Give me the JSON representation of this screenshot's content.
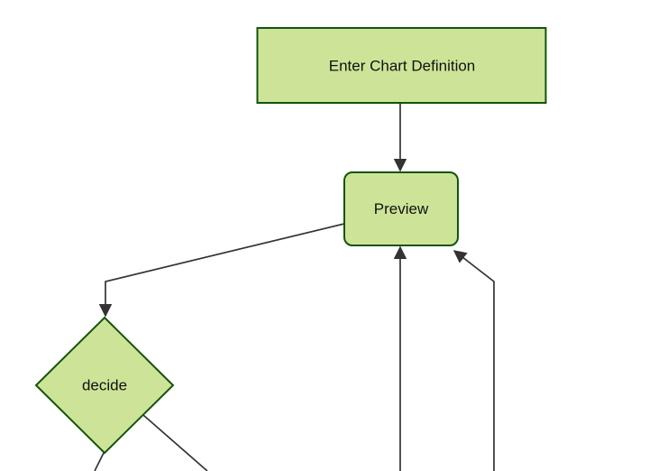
{
  "diagram": {
    "kind": "flowchart",
    "direction": "top-down",
    "background_color": "#ffffff",
    "node_fill_color": "#cde498",
    "node_border_color": "#13540c",
    "edge_color": "#333333",
    "label_color": "#111111",
    "nodes": [
      {
        "id": "enter-chart-definition",
        "label": "Enter Chart Definition",
        "shape": "rectangle"
      },
      {
        "id": "preview",
        "label": "Preview",
        "shape": "rounded-rectangle"
      },
      {
        "id": "decide",
        "label": "decide",
        "shape": "diamond"
      }
    ],
    "edges": [
      {
        "id": "enter-to-preview",
        "from": "enter-chart-definition",
        "to": "preview",
        "arrowhead": true
      },
      {
        "id": "preview-to-decide",
        "from": "preview",
        "to": "decide",
        "arrowhead": true
      },
      {
        "id": "bottom-to-preview",
        "from": "offscreen-bottom",
        "to": "preview",
        "arrowhead": true
      },
      {
        "id": "bottom-right-to-preview",
        "from": "offscreen-bottom-right",
        "to": "preview",
        "arrowhead": true
      },
      {
        "id": "decide-to-offscreen-bottom",
        "from": "decide",
        "to": "offscreen-bottom",
        "arrowhead": false
      },
      {
        "id": "decide-to-offscreen-bottom-right",
        "from": "decide",
        "to": "offscreen-bottom-right",
        "arrowhead": false
      }
    ]
  }
}
